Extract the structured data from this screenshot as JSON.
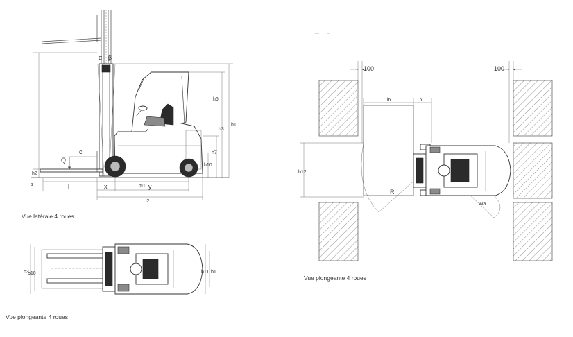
{
  "captions": {
    "side_view": "Vue latérale 4 roues",
    "top_view_left": "Vue plongeante 4 roues",
    "top_view_right": "Vue plongeante 4 roues"
  },
  "side_view_labels": {
    "alpha": "α",
    "beta": "β",
    "c": "c",
    "Q": "Q",
    "h2": "h2",
    "s": "s",
    "l": "l",
    "x": "x",
    "m1": "m1",
    "y": "y",
    "l2": "l2",
    "h6": "h6",
    "h3": "h3",
    "h1": "h1",
    "h7": "h7",
    "h10": "h10"
  },
  "top_view_left_labels": {
    "b3": "b3",
    "b10": "b10",
    "b11": "b11",
    "b1": "b1"
  },
  "aisle_view_labels": {
    "clearance_left": "100",
    "clearance_right": "100",
    "l6": "l6",
    "x": "x",
    "b12": "b12",
    "R": "R",
    "Wa": "Wa"
  }
}
